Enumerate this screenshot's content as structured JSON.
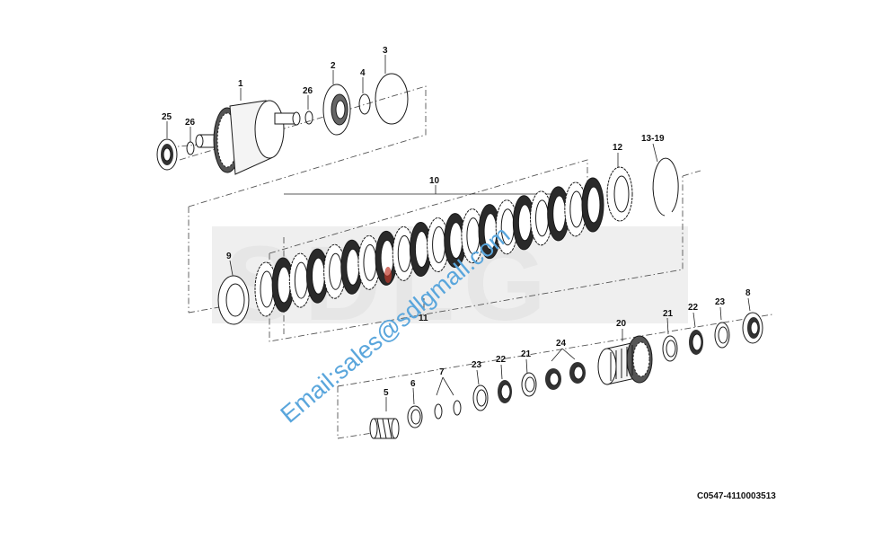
{
  "watermark": {
    "brand": "SDLG",
    "email": "Email:sales@sdlgmall.com"
  },
  "part_code": "C0547-4110003513",
  "callouts": {
    "c1": "1",
    "c2": "2",
    "c3": "3",
    "c4": "4",
    "c5": "5",
    "c6": "6",
    "c7": "7",
    "c8": "8",
    "c9": "9",
    "c10": "10",
    "c11": "11",
    "c12": "12",
    "c13_19": "13-19",
    "c20": "20",
    "c21a": "21",
    "c21b": "21",
    "c22a": "22",
    "c22b": "22",
    "c23a": "23",
    "c23b": "23",
    "c24": "24",
    "c25": "25",
    "c26a": "26",
    "c26b": "26"
  },
  "colors": {
    "ink": "#1a1a1a",
    "watermark_gray": "#e6e6e6",
    "email_blue": "#5aa6dc",
    "accent_red": "#c0392b"
  }
}
